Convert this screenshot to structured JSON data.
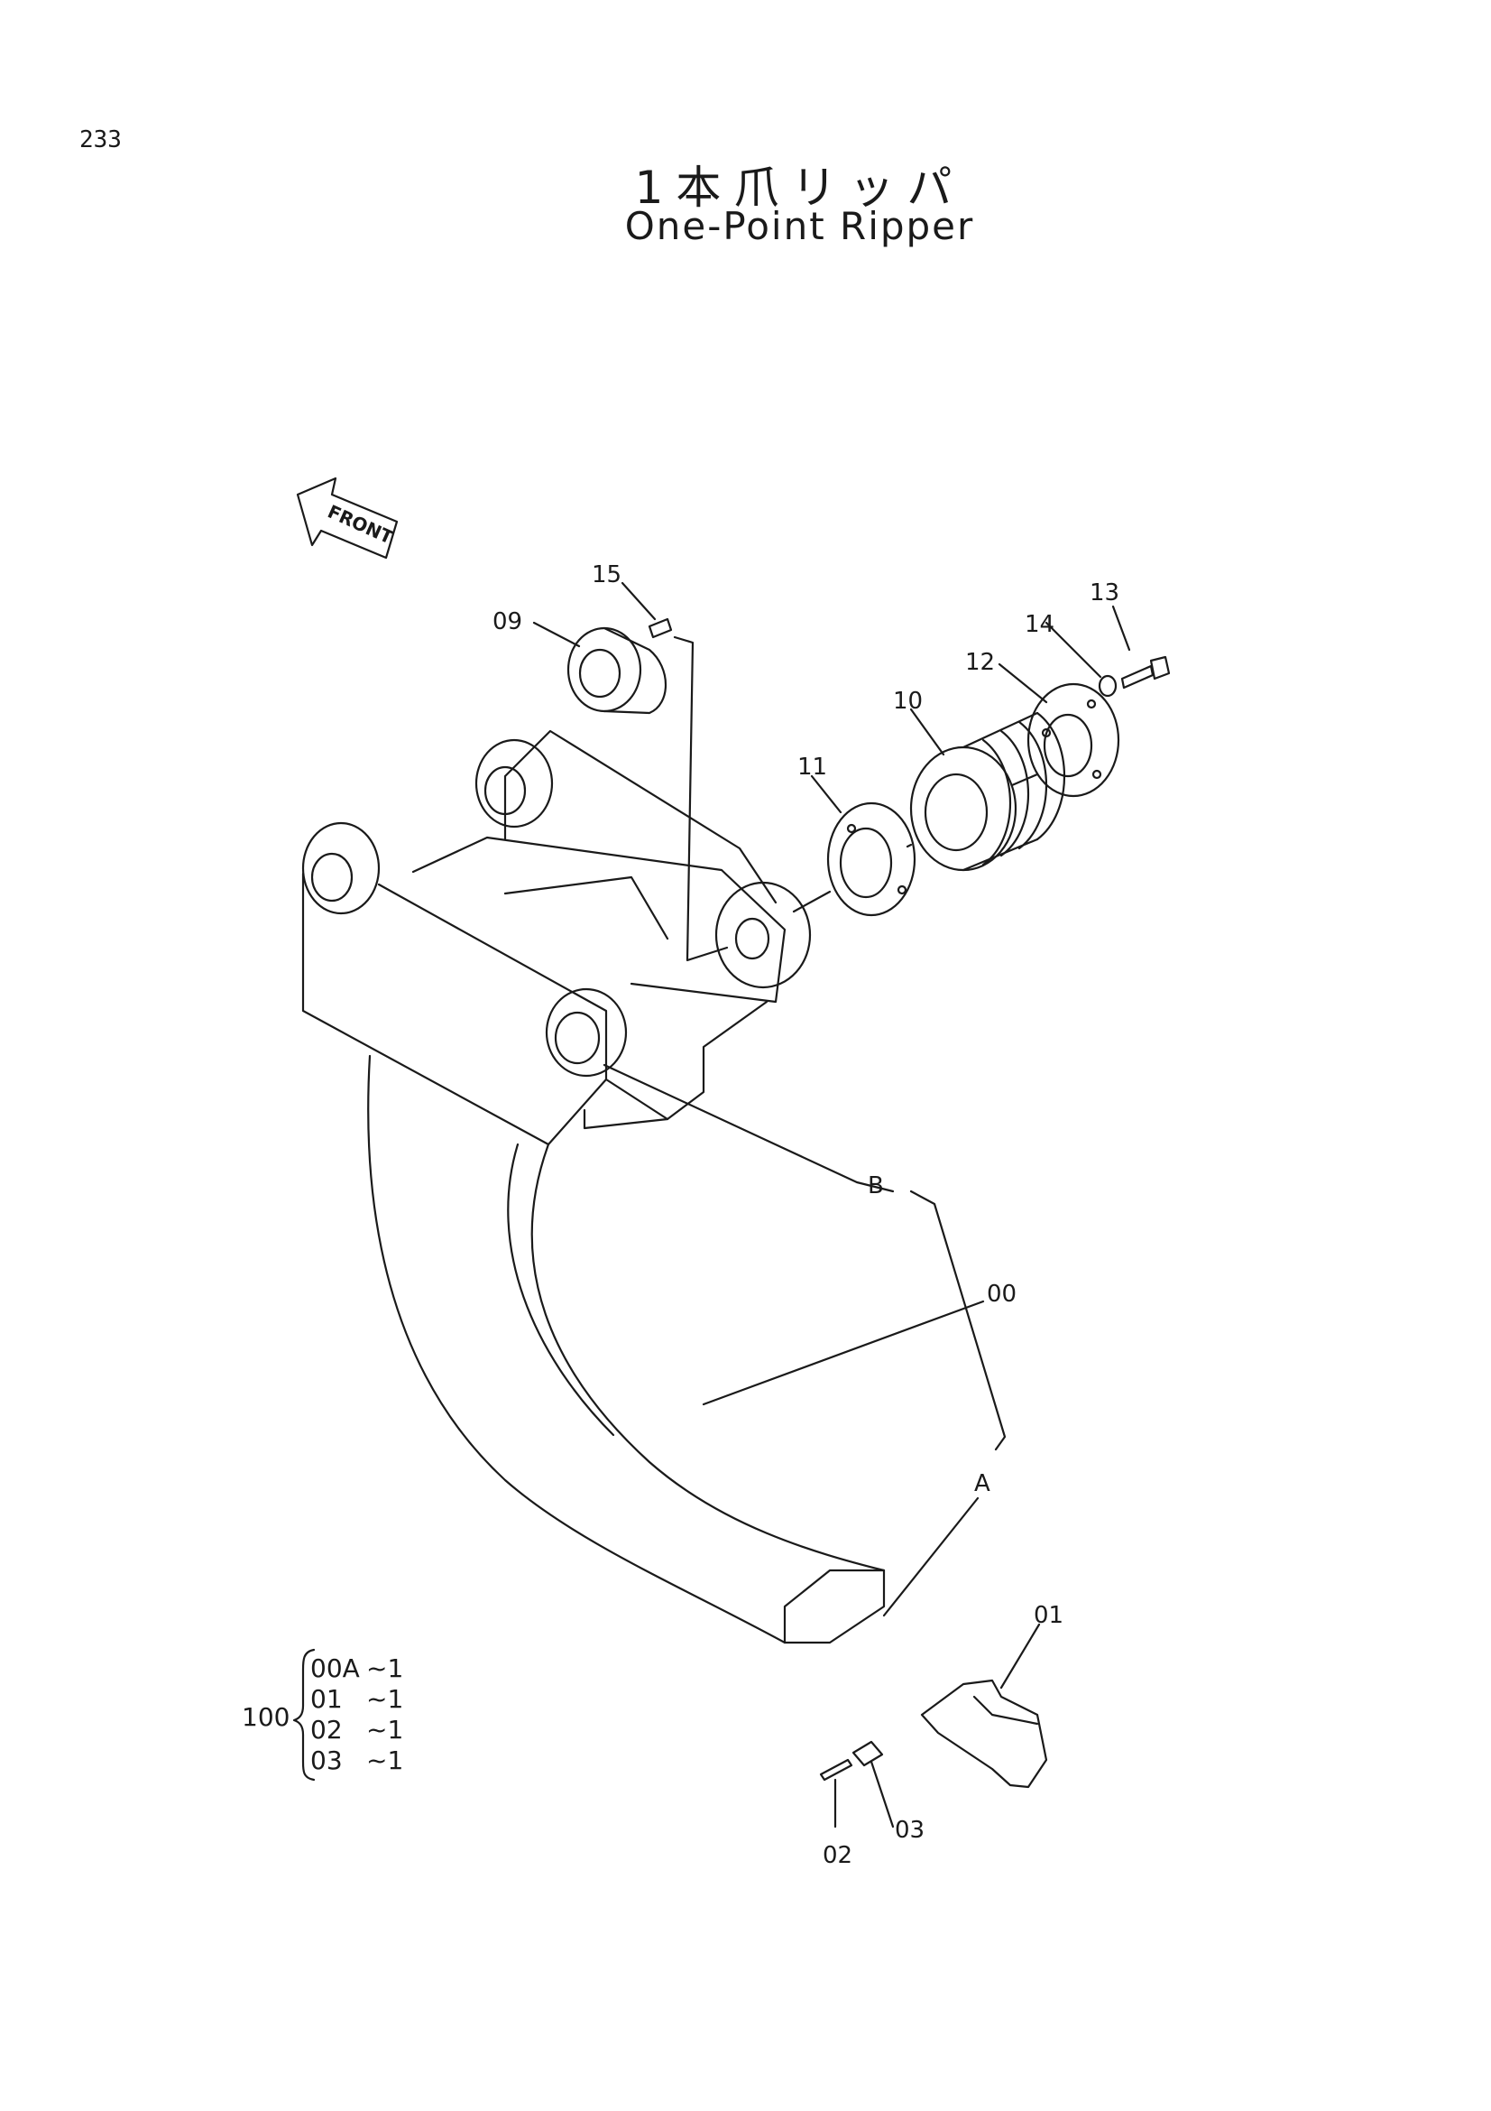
{
  "page": {
    "number": "233",
    "title_jp": "1本爪リッパ",
    "title_en": "One-Point Ripper"
  },
  "front_label": "FRONT",
  "callouts": {
    "p15": "15",
    "p09": "09",
    "p13": "13",
    "p14": "14",
    "p12": "12",
    "p10": "10",
    "p11": "11",
    "pB": "B",
    "p00": "00",
    "pA": "A",
    "p01": "01",
    "p02": "02",
    "p03": "03"
  },
  "kit": {
    "number": "100",
    "items": [
      {
        "part": "00A",
        "qty": "~1"
      },
      {
        "part": "01",
        "qty": "~1"
      },
      {
        "part": "02",
        "qty": "~1"
      },
      {
        "part": "03",
        "qty": "~1"
      }
    ]
  },
  "colors": {
    "ink": "#1a1a1a",
    "paper": "#ffffff"
  }
}
